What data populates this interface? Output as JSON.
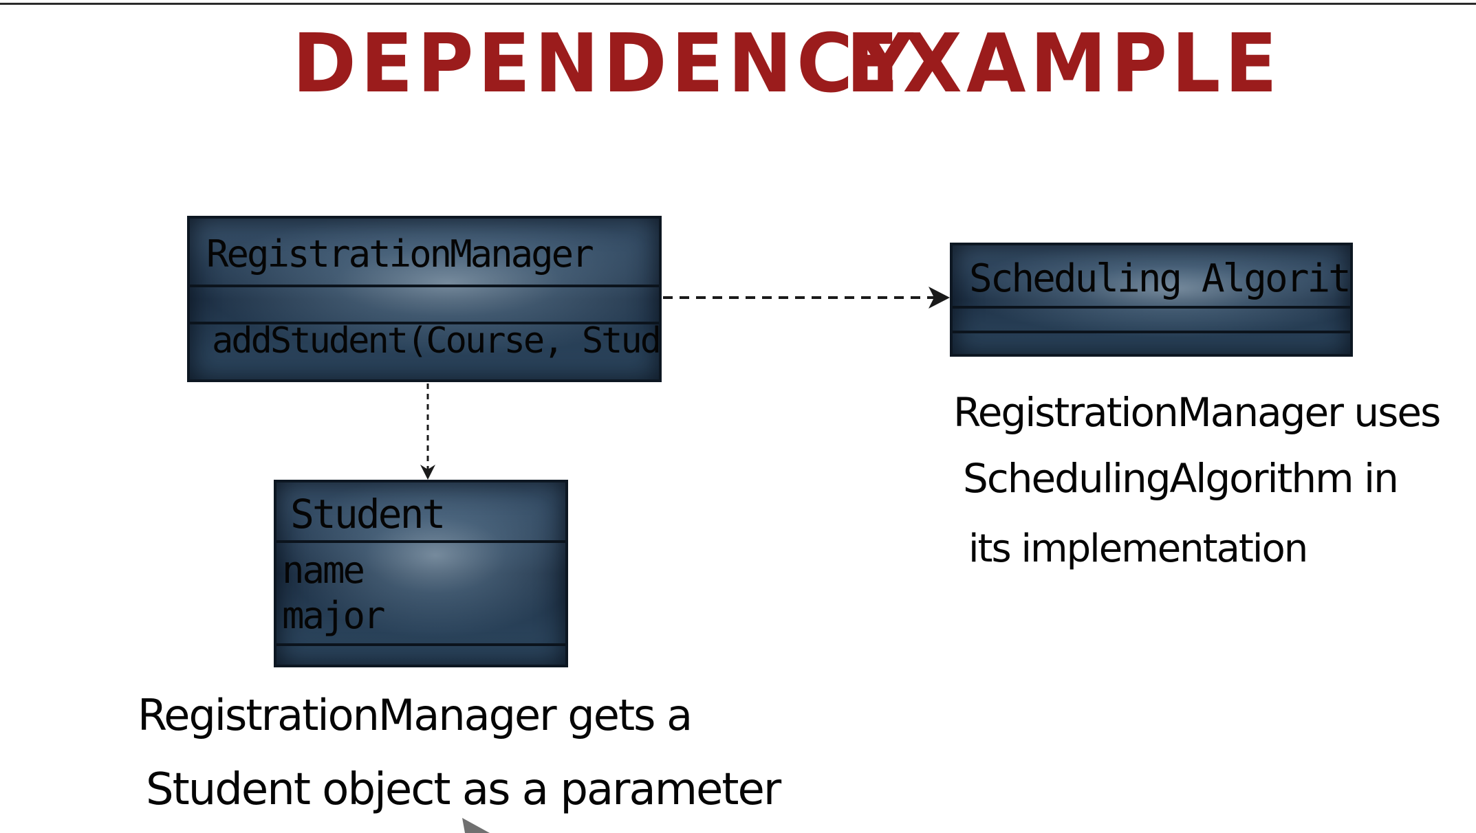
{
  "title": {
    "left": "DEPENDENCY",
    "right": "EXAMPLE"
  },
  "classes": {
    "registration_manager": {
      "name": "RegistrationManager",
      "operation": "addStudent(Course, Student)"
    },
    "scheduling_algorithm": {
      "name": "Scheduling Algorithm"
    },
    "student": {
      "name": "Student",
      "attributes": [
        "name",
        "major"
      ]
    }
  },
  "notes": {
    "right": [
      "RegistrationManager uses",
      "SchedulingAlgorithm in",
      "its implementation"
    ],
    "bottom": [
      "RegistrationManager gets a",
      "Student object as a parameter"
    ]
  },
  "colors": {
    "title": "#9b1c1c",
    "box_fill": "#1f3247",
    "box_border": "#0d1722",
    "ink": "#050505"
  }
}
